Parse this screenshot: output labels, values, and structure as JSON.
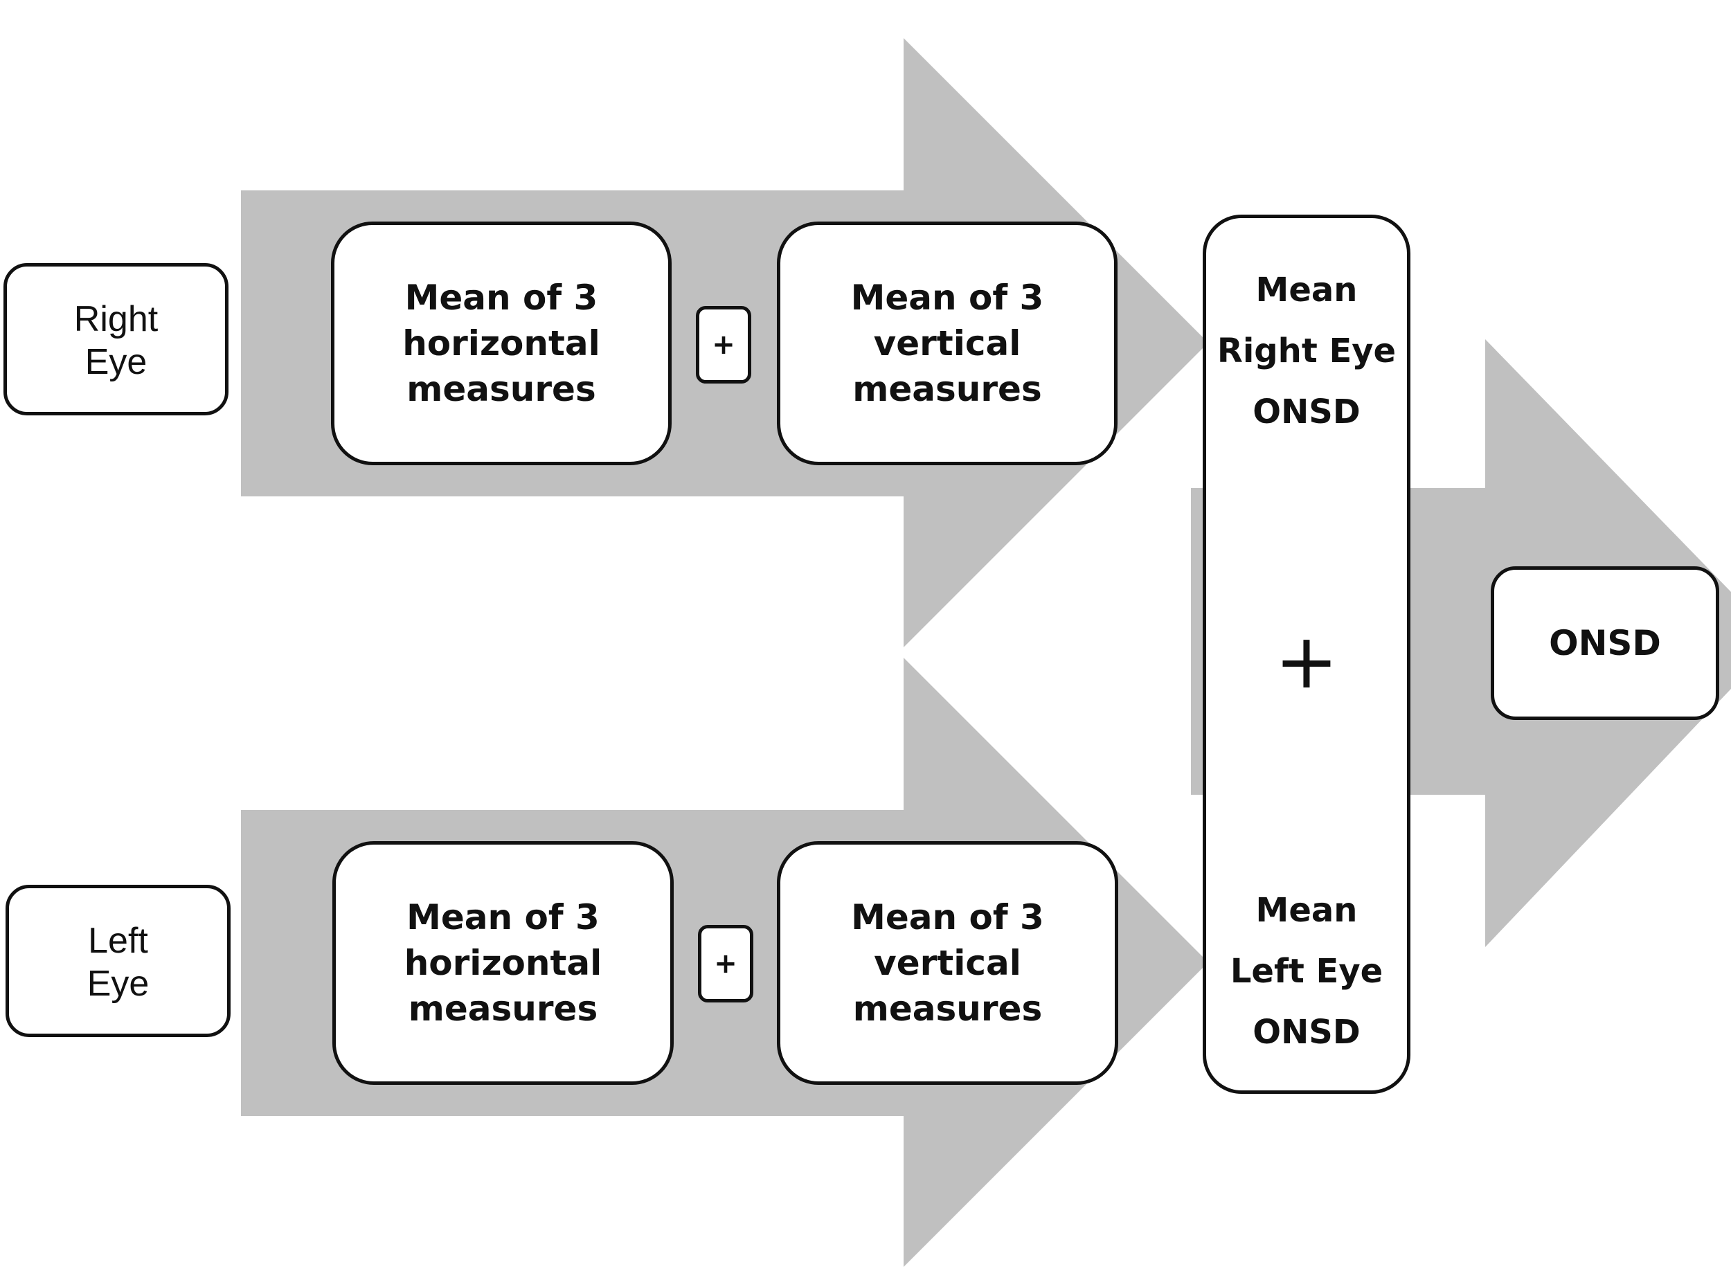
{
  "colors": {
    "arrow_fill": "#c0c0c0",
    "box_border": "#111111",
    "box_fill": "#ffffff"
  },
  "right_eye": {
    "label_line1": "Right",
    "label_line2": "Eye",
    "horizontal": [
      "Mean of 3",
      "horizontal",
      "measures"
    ],
    "plus": "+",
    "vertical": [
      "Mean of 3",
      "vertical",
      "measures"
    ]
  },
  "left_eye": {
    "label_line1": "Left",
    "label_line2": "Eye",
    "horizontal": [
      "Mean of 3",
      "horizontal",
      "measures"
    ],
    "plus": "+",
    "vertical": [
      "Mean of 3",
      "vertical",
      "measures"
    ]
  },
  "combine": {
    "right_mean": [
      "Mean",
      "Right Eye",
      "ONSD"
    ],
    "plus": "+",
    "left_mean": [
      "Mean",
      "Left Eye",
      "ONSD"
    ]
  },
  "result": {
    "label": "ONSD"
  }
}
